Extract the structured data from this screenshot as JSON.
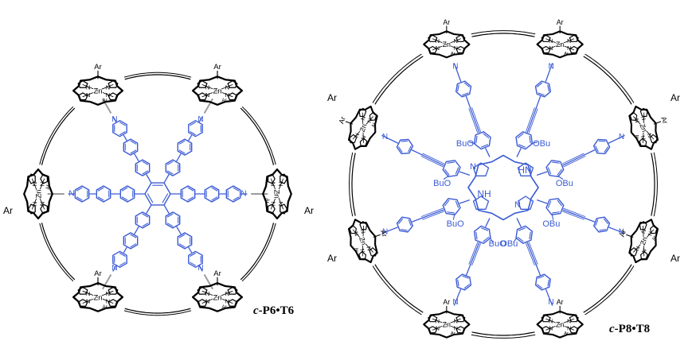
{
  "labels": {
    "left": {
      "prefix": "c",
      "name": "-P6•T6"
    },
    "right": {
      "prefix": "c",
      "name": "-P8•T8"
    }
  },
  "atoms": {
    "aryl": "Ar",
    "metal": "Zn",
    "nitrogen": "N",
    "amine": "NH",
    "amine_alt": "HN",
    "butoxy_right": "OBu",
    "butoxy_left": "BuO"
  },
  "colors": {
    "porphyrin": "#000000",
    "template": "#3b5bd4",
    "coordination_bond": "#9a9a9a"
  }
}
